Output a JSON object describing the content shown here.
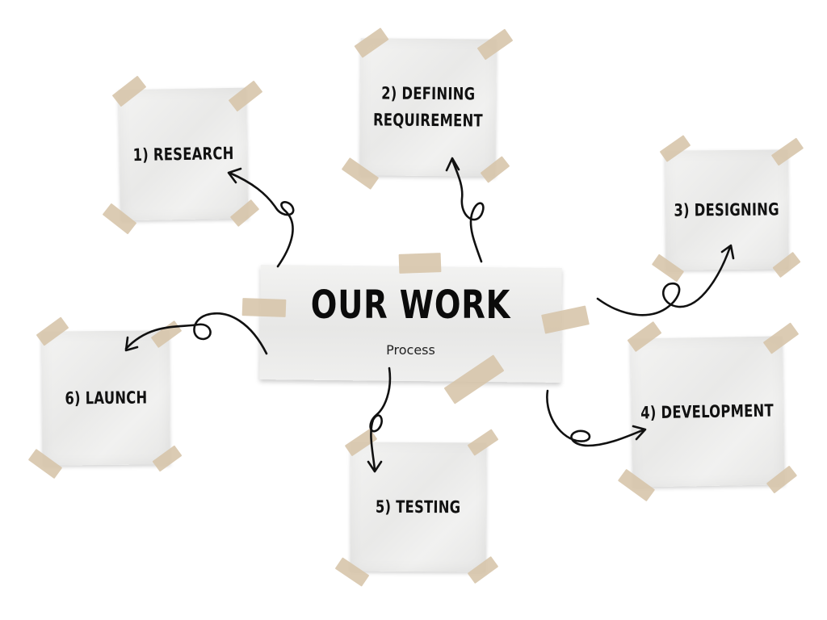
{
  "center": {
    "title": "OUR WORK",
    "subtitle": "Process"
  },
  "steps": [
    {
      "label": "1) RESEARCH"
    },
    {
      "label": "2) DEFINING\nREQUIREMENT"
    },
    {
      "label": "3) DESIGNING"
    },
    {
      "label": "4) DEVELOPMENT"
    },
    {
      "label": "5) TESTING"
    },
    {
      "label": "6) LAUNCH"
    }
  ],
  "colors": {
    "paper": "#ededec",
    "tape": "#d6c4a8",
    "ink": "#111111"
  }
}
